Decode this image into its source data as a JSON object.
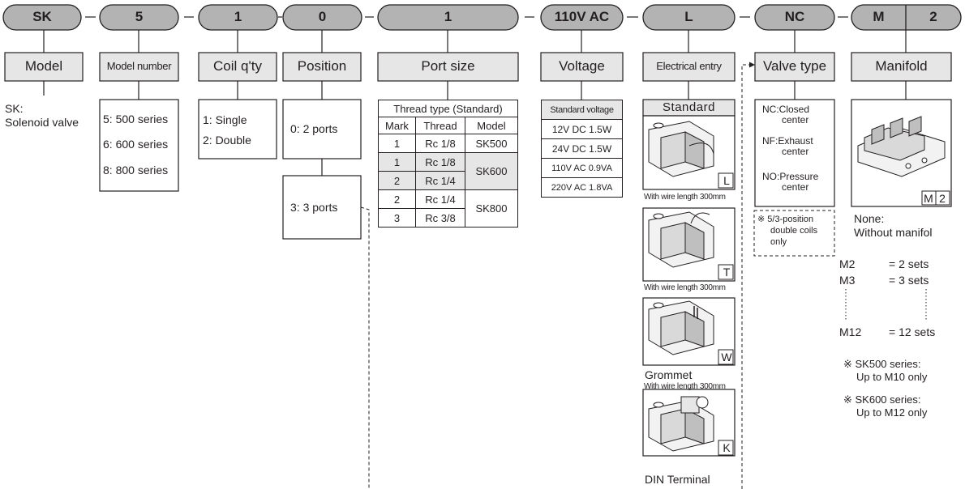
{
  "code": {
    "segments": [
      "SK",
      "5",
      "1",
      "0",
      "1",
      "110V AC",
      "L",
      "NC",
      "M",
      "2"
    ]
  },
  "categories": {
    "model": "Model",
    "model_number": "Model number",
    "coil_qty": "Coil q'ty",
    "position": "Position",
    "port_size": "Port size",
    "voltage": "Voltage",
    "electrical_entry": "Electrical entry",
    "valve_type": "Valve type",
    "manifold": "Manifold"
  },
  "model": {
    "line1": "SK:",
    "line2": "Solenoid valve"
  },
  "model_number": {
    "options": [
      "5: 500 series",
      "6: 600 series",
      "8: 800 series"
    ]
  },
  "coil_qty": {
    "options": [
      "1: Single",
      "2: Double"
    ]
  },
  "position": {
    "opt1": "0: 2 ports",
    "opt2": "3: 3 ports"
  },
  "port_table": {
    "title": "Thread type (Standard)",
    "headers": [
      "Mark",
      "Thread",
      "Model"
    ],
    "rows": [
      [
        "1",
        "Rc 1/8",
        "SK500"
      ],
      [
        "1",
        "Rc 1/8",
        "SK600"
      ],
      [
        "2",
        "Rc 1/4",
        ""
      ],
      [
        "2",
        "Rc 1/4",
        "SK800"
      ],
      [
        "3",
        "Rc 3/8",
        ""
      ]
    ]
  },
  "voltage": {
    "header": "Standard voltage",
    "options": [
      "12V DC 1.5W",
      "24V DC 1.5W",
      "110V AC 0.9VA",
      "220V AC 1.8VA"
    ]
  },
  "electrical": {
    "standard": "Standard",
    "letters": [
      "L",
      "T",
      "W",
      "K"
    ],
    "wire_caption": "With wire length 300mm",
    "grommet": "Grommet",
    "din": "DIN Terminal"
  },
  "valve_type": {
    "options": [
      [
        "NC:Closed",
        "center"
      ],
      [
        "NF:Exhaust",
        "center"
      ],
      [
        "NO:Pressure",
        "center"
      ]
    ],
    "note": [
      "※ 5/3-position",
      "double coils",
      "only"
    ]
  },
  "manifold": {
    "label": "M",
    "num": "2",
    "none_1": "None:",
    "none_2": "Without manifol",
    "rows": [
      [
        "M2",
        "= 2 sets"
      ],
      [
        "M3",
        "= 3 sets"
      ],
      [
        "M12",
        "= 12 sets"
      ]
    ],
    "note1": [
      "※ SK500 series:",
      "Up to M10 only"
    ],
    "note2": [
      "※ SK600 series:",
      "Up to M12 only"
    ]
  }
}
